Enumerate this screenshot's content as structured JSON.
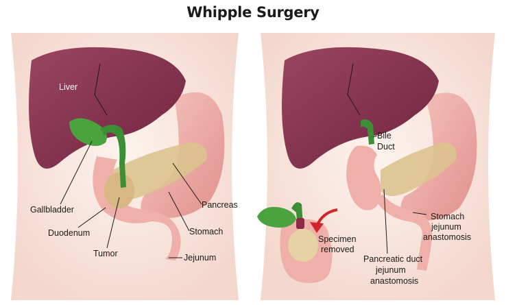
{
  "title": "Whipple Surgery",
  "left_panel": {
    "labels": {
      "liver": "Liver",
      "gallbladder": "Gallbladder",
      "duodenum": "Duodenum",
      "tumor": "Tumor",
      "pancreas": "Pancreas",
      "stomach": "Stomach",
      "jejunum": "Jejunum"
    }
  },
  "right_panel": {
    "labels": {
      "bile_duct_1": "Bile",
      "bile_duct_2": "Duct",
      "specimen_1": "Specimen",
      "specimen_2": "removed",
      "stomach_jej_1": "Stomach",
      "stomach_jej_2": "jejunum",
      "stomach_jej_3": "anastomosis",
      "pancreatic_1": "Pancreatic duct",
      "pancreatic_2": "jejunum",
      "pancreatic_3": "anastomosis"
    }
  },
  "colors": {
    "background_body": "#f7e4dc",
    "liver": "#8e3a52",
    "stomach": "#eda6a2",
    "pancreas": "#d9c08a",
    "gallbladder": "#3f9a3a",
    "arrow": "#d1262a"
  }
}
